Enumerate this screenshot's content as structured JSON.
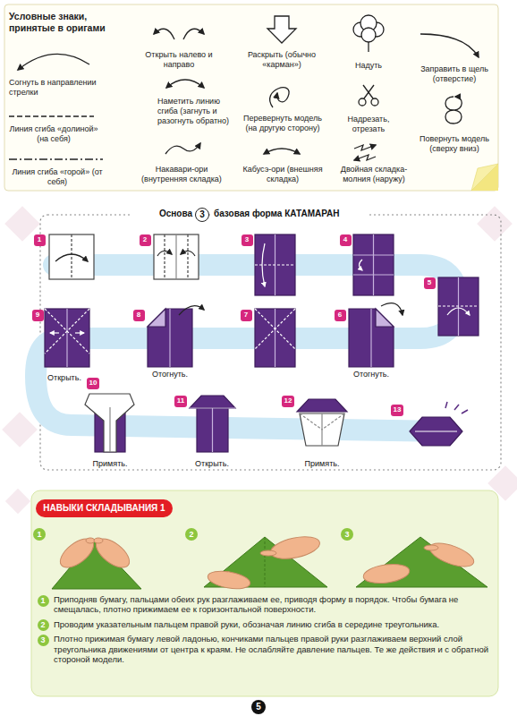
{
  "diagram": {
    "title": "базовая форма КАТАМАРАН",
    "nodes": [
      {
        "text": [
          "3"
        ]
      },
      {
        "text": [
          "1"
        ]
      },
      {
        "text": [
          "2"
        ]
      },
      {
        "text": [
          "3"
        ]
      },
      {
        "text": [
          "4"
        ]
      },
      {
        "text": [
          "5"
        ]
      },
      {
        "text": [
          "9"
        ]
      },
      {
        "text": [
          "8"
        ]
      },
      {
        "text": [
          "7"
        ]
      },
      {
        "text": [
          "6"
        ]
      },
      {
        "text": [
          "10"
        ]
      },
      {
        "text": [
          "11"
        ]
      },
      {
        "text": [
          "12"
        ]
      },
      {
        "text": [
          "13"
        ]
      },
      {
        "text": [
          "НАВЫКИ СКЛАДЫВАНИЯ 1"
        ]
      },
      {
        "text": [
          "1"
        ]
      },
      {
        "text": [
          "2"
        ]
      },
      {
        "text": [
          "3"
        ]
      },
      {
        "text": [
          "1"
        ]
      },
      {
        "text": [
          "2"
        ]
      },
      {
        "text": [
          "3"
        ]
      },
      {
        "text": [
          "5"
        ]
      }
    ],
    "labels": [
      "Условные знаки, принятые в оригами",
      "Основа",
      "Открыть.",
      "Отогнуть.",
      "Отогнуть.",
      "Примять.",
      "Открыть.",
      "Примять.",
      "Приподняв бумагу, пальцами обеих рук разглаживаем ее, приводя форму в порядок. Чтобы бумага не смещалась, плотно прижимаем ее к горизонтальной поверхности.",
      "Проводим указательным пальцем правой руки, обозначая линию сгиба в середине треугольника.",
      "Плотно прижимая бумагу левой ладонью, кончиками пальцев правой руки разглаживаем верхний слой треугольника движениями от центра к краям. Не ослабляйте давление пальцев. Те же действия и с обратной стороной модели."
    ],
    "legend": [
      {
        "text": "Согнуть в направлении стрелки"
      },
      {
        "text": "Линия сгиба «долиной» (на себя)"
      },
      {
        "text": "Линия сгиба «горой» (от себя)"
      },
      {
        "text": "Открыть налево и направо"
      },
      {
        "text": "Наметить линию сгиба (загнуть и разогнуть обратно)"
      },
      {
        "text": "Накавари-ори (внутренняя складка)"
      },
      {
        "text": "Раскрыть (обычно «карман»)"
      },
      {
        "text": "Перевернуть модель (на другую сторону)"
      },
      {
        "text": "Кабусэ-ори (внешняя складка)"
      },
      {
        "text": "Надуть"
      },
      {
        "text": "Надрезать, отрезать"
      },
      {
        "text": "Двойная складка-молния (наружу)"
      },
      {
        "text": "Заправить в щель (отверстие)"
      },
      {
        "text": "Повернуть модель (сверху вниз)"
      }
    ]
  }
}
